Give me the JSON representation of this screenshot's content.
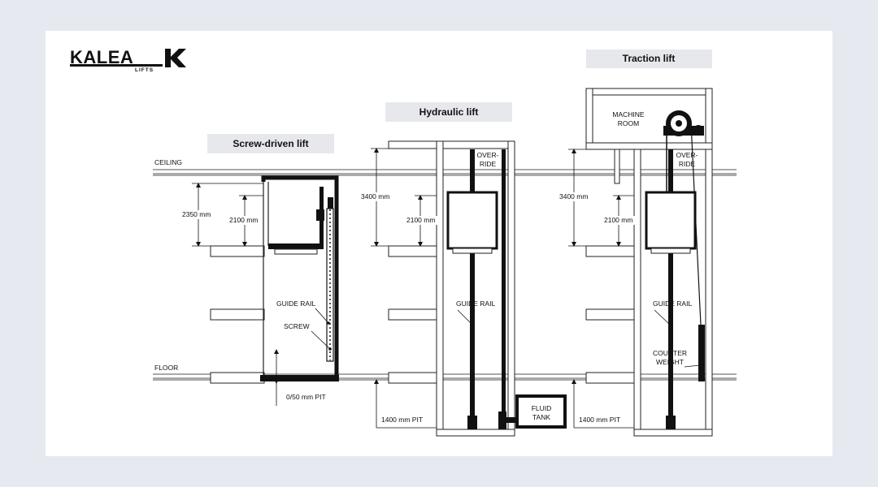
{
  "brand": {
    "name": "KALEA",
    "sub": "LIFTS"
  },
  "levels": {
    "ceiling": "CEILING",
    "floor": "FLOOR"
  },
  "screw": {
    "title": "Screw-driven lift",
    "dim_total": "2350 mm",
    "dim_cabin": "2100 mm",
    "guide_rail": "GUIDE RAIL",
    "screw": "SCREW",
    "pit": "0/50 mm  PIT"
  },
  "hydraulic": {
    "title": "Hydraulic lift",
    "dim_total": "3400 mm",
    "dim_cabin": "2100 mm",
    "override_1": "OVER-",
    "override_2": "RIDE",
    "guide_rail": "GUIDE RAIL",
    "pit": "1400 mm  PIT",
    "tank_1": "FLUID",
    "tank_2": "TANK"
  },
  "traction": {
    "title": "Traction lift",
    "machine_1": "MACHINE",
    "machine_2": "ROOM",
    "dim_total": "3400 mm",
    "dim_cabin": "2100 mm",
    "override_1": "OVER-",
    "override_2": "RIDE",
    "guide_rail": "GUIDE RAIL",
    "counter_1": "COUNTER",
    "counter_2": "WEIGHT",
    "pit": "1400 mm  PIT"
  }
}
